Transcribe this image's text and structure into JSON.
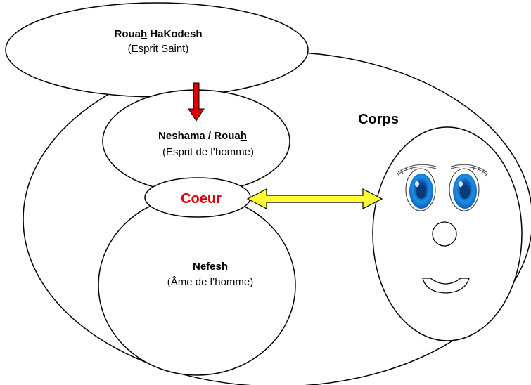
{
  "colors": {
    "stroke": "#000000",
    "fill": "#ffffff",
    "heart_text": "#e00000",
    "down_arrow": "#e00000",
    "double_arrow": "#ffff33",
    "iris": "#1e8fe6",
    "pupil": "#0a3a7a"
  },
  "labels": {
    "ruah_title_pre": "Roua",
    "ruah_title_u": "h",
    "ruah_title_post": " HaKodesh",
    "ruah_sub": "(Esprit Saint)",
    "corps": "Corps",
    "neshama_title_pre": "Neshama / Roua",
    "neshama_title_u": "h",
    "neshama_sub": "(Esprit de l’homme)",
    "coeur": "Coeur",
    "nefesh_title": "Nefesh",
    "nefesh_sub": "(Âme de l’homme)"
  },
  "icons": {
    "influence": "down-arrow-icon",
    "link": "double-arrow-icon",
    "face": "face-icon"
  }
}
